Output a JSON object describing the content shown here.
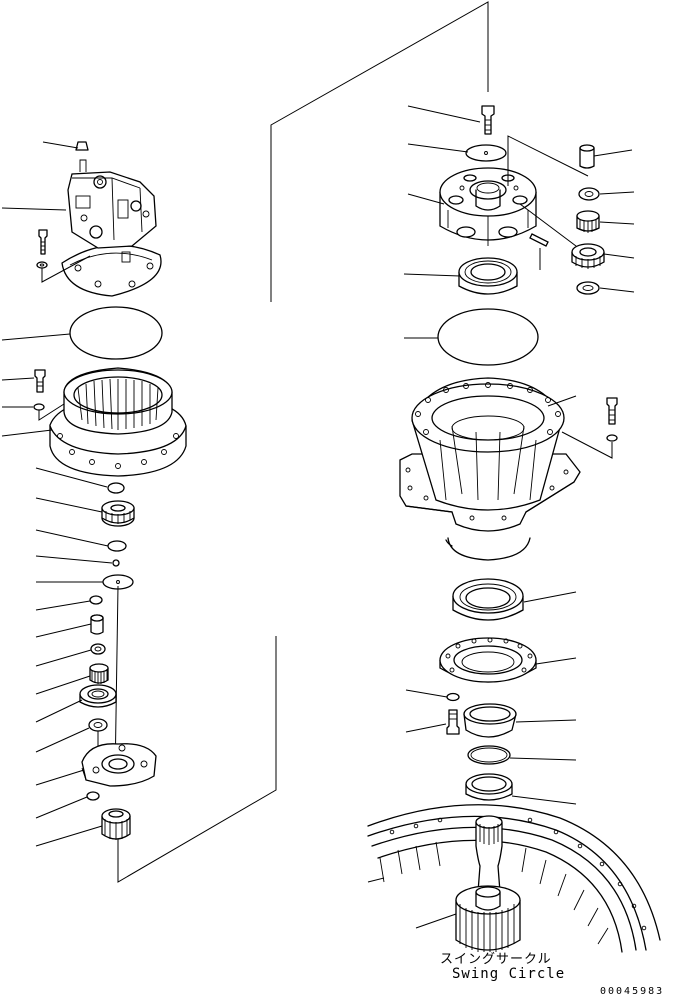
{
  "diagram": {
    "caption_jp": "スイングサークル",
    "caption_en": "Swing Circle",
    "drawing_number": "00045983"
  }
}
